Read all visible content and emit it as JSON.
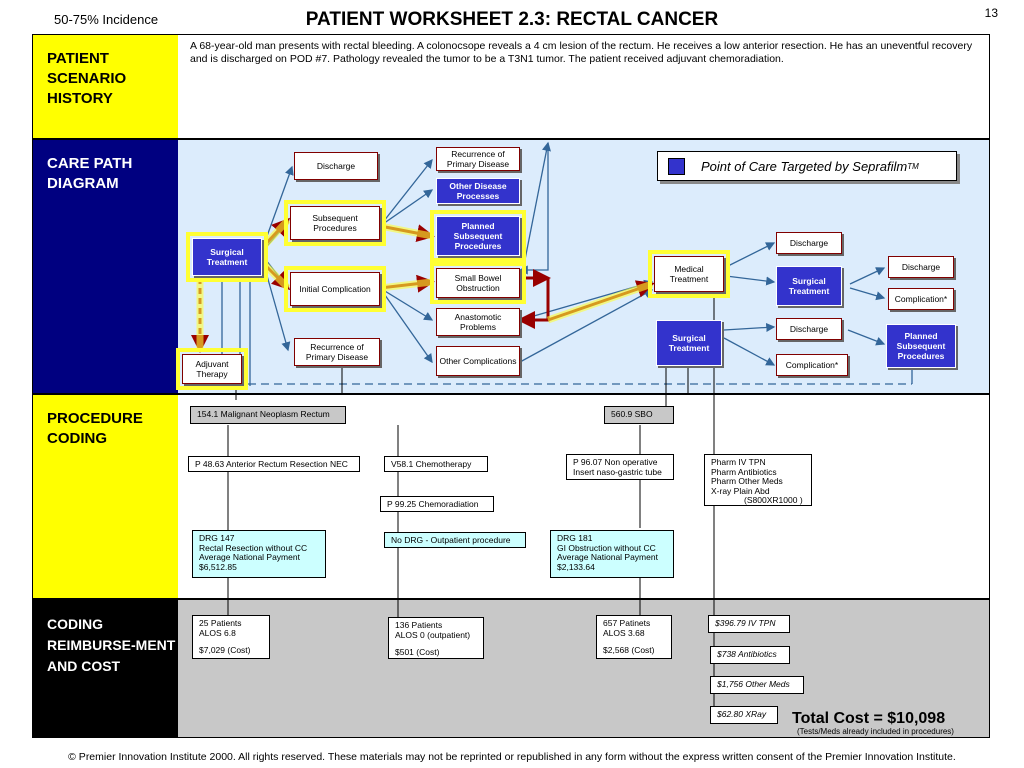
{
  "header": {
    "incidence": "50-75% Incidence",
    "title": "PATIENT WORKSHEET 2.3:  RECTAL CANCER",
    "page_number": "13"
  },
  "sections": {
    "scenario_label": "PATIENT SCENARIO HISTORY",
    "care_path_label": "CARE PATH DIAGRAM",
    "procedure_label": "PROCEDURE CODING",
    "reimb_label": "CODING REIMBURSE-MENT AND COST"
  },
  "scenario_text": "A 68-year-old man presents with rectal bleeding.  A colonocsope reveals a 4 cm lesion of the rectum.  He receives a low anterior resection. He has an uneventful recovery and is discharged on POD #7.  Pathology revealed the tumor to be a T3N1 tumor.  The patient received adjuvant chemoradiation.",
  "legend": {
    "text": "Point of Care Targeted by Seprafilm",
    "tm": "TM",
    "color": "#3333cc"
  },
  "diagram": {
    "surgical_treatment_1": "Surgical Treatment",
    "adjuvant_therapy": "Adjuvant Therapy",
    "discharge_1": "Discharge",
    "subsequent_procedures": "Subsequent Procedures",
    "initial_complication": "Initial Complication",
    "recurrence_primary_1": "Recurrence of Primary Disease",
    "recurrence_primary_2": "Recurrence of Primary Disease",
    "other_disease_processes": "Other Disease Processes",
    "planned_subsequent_1": "Planned Subsequent Procedures",
    "small_bowel_obstruction": "Small Bowel Obstruction",
    "anastomotic_problems": "Anastomotic Problems",
    "other_complications": "Other Complications",
    "medical_treatment": "Medical Treatment",
    "surgical_treatment_2": "Surgical Treatment",
    "surgical_treatment_3": "Surgical Treatment",
    "discharge_2": "Discharge",
    "discharge_3": "Discharge",
    "discharge_4": "Discharge",
    "complication_1": "Complication*",
    "complication_2": "Complication*",
    "planned_subsequent_2": "Planned Subsequent Procedures"
  },
  "coding": {
    "diag_1541": "154.1  Malignant Neoplasm Rectum",
    "diag_5609": "560.9  SBO",
    "p4863": "P  48.63  Anterior Rectum Resection NEC",
    "v581": "V58.1  Chemotherapy",
    "p9925": "P  99.25 Chemoradiation",
    "p9607_1": "P  96.07 Non operative",
    "p9607_2": "Insert naso-gastric tube",
    "pharm": [
      "Pharm  IV TPN",
      "Pharm   Antibiotics",
      "Pharm   Other  Meds",
      "X-ray     Plain  Abd",
      "              (S800XR1000 )"
    ],
    "drg147": [
      "DRG 147",
      "Rectal Resection without CC",
      "Average  National Payment",
      "$6,512.85"
    ],
    "nodrg": "No DRG - Outpatient procedure",
    "drg181": [
      "DRG 181",
      "GI Obstruction without CC",
      "Average  National Payment",
      "$2,133.64"
    ]
  },
  "costs": {
    "c1": [
      "25 Patients",
      "ALOS 6.8",
      "",
      "$7,029   (Cost)"
    ],
    "c2": [
      "136 Patients",
      "ALOS 0 (outpatient)",
      "",
      "$501  (Cost)"
    ],
    "c3": [
      "657 Patinets",
      "ALOS 3.68",
      "",
      "$2,568   (Cost)"
    ],
    "iv_tpn": "$396.79 IV TPN",
    "antibiotics": "$738 Antibiotics",
    "other_meds": "$1,756 Other Meds",
    "xray": "$62.80 XRay",
    "total": "Total Cost = $10,098",
    "total_note": "(Tests/Meds already included in procedures)"
  },
  "footer": "© Premier Innovation Institute 2000.  All rights reserved. These materials may not be reprinted or republished in any form without the express written consent of the Premier Innovation Institute."
}
